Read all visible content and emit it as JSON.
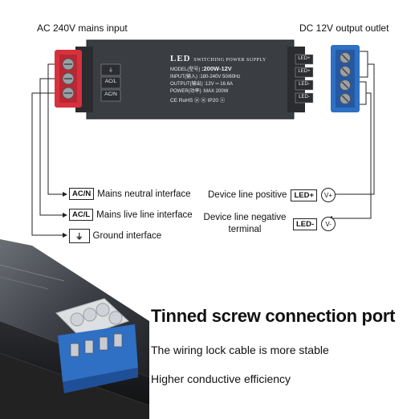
{
  "header": {
    "input_label": "AC 240V mains input",
    "output_label": "DC 12V output outlet"
  },
  "device": {
    "brand": "LED",
    "brand_sub": "SWITCHING POWER SUPPLY",
    "specs": [
      {
        "key": "MODEL(型号)",
        "value": ":200W-12V"
      },
      {
        "key": "INPUT(输入)",
        "value": ":180-240V 50/60Hz"
      },
      {
        "key": "OUTPUT(输出)",
        "value": ":12V ═ 16.6A"
      },
      {
        "key": "POWER(功率)",
        "value": ":MAX 200W"
      }
    ],
    "certs": "CE RoHS  ⓦ  ⓦ  IP20  ⓧ",
    "left_terminals": [
      "⏚",
      "AC/L",
      "AC/N"
    ],
    "right_terminals": [
      "LED+",
      "LED+",
      "LED-",
      "LED-"
    ]
  },
  "legend_left": [
    {
      "tag": "AC/N",
      "text": "Mains neutral interface"
    },
    {
      "tag": "AC/L",
      "text": "Mains live line interface"
    },
    {
      "tag": "⏚",
      "text": "Ground interface"
    }
  ],
  "legend_right": [
    {
      "text": "Device line positive",
      "tag": "LED+",
      "circle": "V+"
    },
    {
      "text": "Device line negative terminal",
      "tag": "LED-",
      "circle": "V-"
    }
  ],
  "feature": {
    "title": "Tinned screw connection port",
    "lines": [
      "The wiring lock cable is more stable",
      "Higher conductive efficiency"
    ]
  },
  "colors": {
    "red_terminal": "#d8313e",
    "blue_terminal": "#2f6fc4",
    "body": "#3a3d42"
  }
}
